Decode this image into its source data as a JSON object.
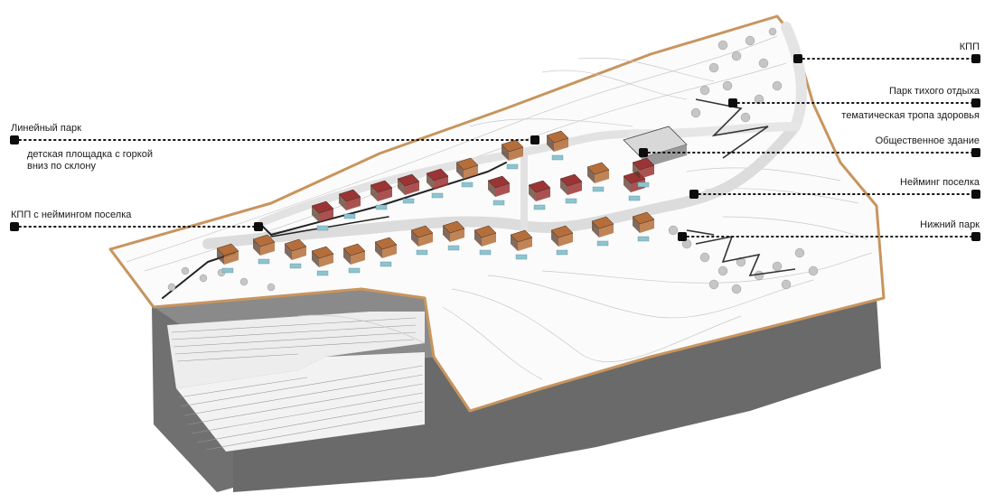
{
  "labels_left": [
    {
      "id": "linear-park",
      "title": "Линейный парк",
      "lines": [
        "детская площадка с горкой",
        "вниз по склону"
      ]
    },
    {
      "id": "kpp-naming",
      "title": "КПП с неймингом поселка",
      "lines": []
    }
  ],
  "labels_right": [
    {
      "id": "kpp",
      "title": "КПП",
      "lines": []
    },
    {
      "id": "quiet-park",
      "title": "Парк тихого отдыха",
      "lines": [
        "тематическая тропа здоровья"
      ]
    },
    {
      "id": "public-building",
      "title": "Общественное здание",
      "lines": []
    },
    {
      "id": "village-naming",
      "title": "Нейминг поселка",
      "lines": []
    },
    {
      "id": "lower-park",
      "title": "Нижний парк",
      "lines": []
    }
  ],
  "colors": {
    "boundary": "#c8955e",
    "house_red": "#9b3434",
    "house_brown": "#b56e3a",
    "pool": "#8ec4d0",
    "earth_side": "#6b6b6b",
    "terrain": "#fbfbfb",
    "road": "#e6e6e6",
    "leader": "#111111"
  }
}
